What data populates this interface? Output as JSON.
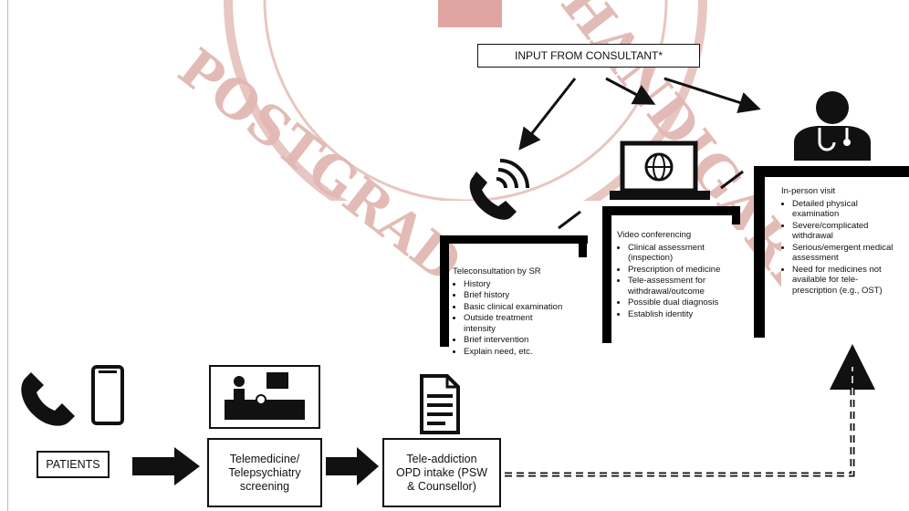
{
  "watermark": {
    "text_left": "POSTGRAD",
    "text_right": "HANDIGARH"
  },
  "consultant_box": {
    "label": "INPUT FROM CONSULTANT*"
  },
  "bottom_flow": {
    "patients": "PATIENTS",
    "screening": "Telemedicine/\nTelepsychiatry\nscreening",
    "intake": "Tele-addiction\nOPD intake (PSW\n& Counsellor)"
  },
  "panel_telecon": {
    "title": "Teleconsultation by SR",
    "items": [
      "History",
      "Brief history",
      "Basic clinical examination",
      "Outside treatment\nintensity",
      "Brief intervention",
      "Explain need, etc."
    ]
  },
  "panel_video": {
    "title": "Video conferencing",
    "items": [
      "Clinical assessment\n(inspection)",
      "Prescription of medicine",
      "Tele-assessment for\nwithdrawal/outcome",
      "Possible dual diagnosis",
      "Establish identity"
    ]
  },
  "panel_inperson": {
    "title": "In-person visit",
    "items": [
      "Detailed physical\nexamination",
      "Severe/complicated\nwithdrawal",
      "Serious/emergent medical\nassessment",
      "Need for medicines not\navailable for tele-\nprescription (e.g., OST)"
    ]
  },
  "colors": {
    "ink": "#111111",
    "watermark": "#d9a5a0"
  }
}
